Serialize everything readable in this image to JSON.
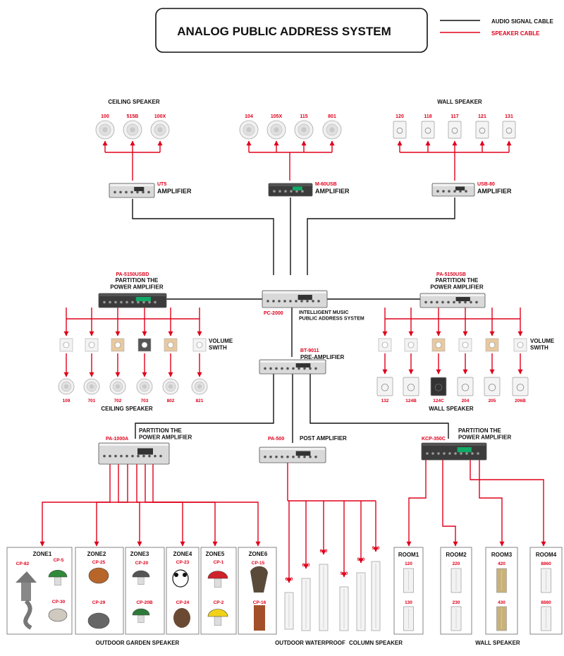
{
  "colors": {
    "audio": "#111111",
    "speaker": "#e0001b",
    "label": "#e0001b",
    "text": "#111111"
  },
  "title": "ANALOG PUBLIC ADDRESS SYSTEM",
  "legend": {
    "audio": "AUDIO SIGNAL CABLE",
    "speaker": "SPEAKER  CABLE"
  },
  "headings": {
    "ceiling_top": "CEILING SPEAKER",
    "wall_top": "WALL SPEAKER",
    "ceiling_mid": "CEILING SPEAKER",
    "wall_mid": "WALL SPEAKER",
    "outdoor_garden": "OUTDOOR GARDEN SPEAKER",
    "outdoor_waterproof": "OUTDOOR WATERPROOF",
    "column_speaker": "COLUMN SPEAKER",
    "wall_bottom": "WALL SPEAKER",
    "volume_left": "VOLUME\nSWITH",
    "volume_right": "VOLUME\nSWITH"
  },
  "ceiling_top_models": [
    "100",
    "515B",
    "100X"
  ],
  "center_top_models": [
    "104",
    "105X",
    "115",
    "801"
  ],
  "wall_top_models": [
    "120",
    "118",
    "117",
    "121",
    "131"
  ],
  "amplifiers": [
    {
      "model": "UT5",
      "label": "AMPLIFIER"
    },
    {
      "model": "M-60USB",
      "label": "AMPLIFIER"
    },
    {
      "model": "USB-80",
      "label": "AMPLIFIER"
    }
  ],
  "partition_left": {
    "model": "PA-5150USBD",
    "label": "PARTITION THE\nPOWER AMPLIFIER"
  },
  "partition_right": {
    "model": "PA-5150USB",
    "label": "PARTITION THE\nPOWER AMPLIFIER"
  },
  "center_unit": {
    "model": "PC-2000",
    "label": "INTELLIGENT MUSIC\nPUBLIC ADDRESS SYSTEM"
  },
  "preamp": {
    "model": "BT-9011",
    "label": "PRE-AMPLIFIER"
  },
  "ceiling_mid_models": [
    "109",
    "701",
    "702",
    "703",
    "802",
    "821"
  ],
  "wall_mid_models": [
    "132",
    "124B",
    "124C",
    "204",
    "205",
    "206B"
  ],
  "bottom_amps": [
    {
      "model": "PA-1000A",
      "label": "PARTITION THE\nPOWER AMPLIFIER"
    },
    {
      "model": "PA-500",
      "label": "POST AMPLIFIER"
    },
    {
      "model": "KCP-350C",
      "label": "PARTITION THE\nPOWER AMPLIFIER"
    }
  ],
  "zones": [
    {
      "name": "ZONE1",
      "models": [
        "CP-82",
        "CP-5",
        "CP-30"
      ]
    },
    {
      "name": "ZONE2",
      "models": [
        "CP-25",
        "CP-29"
      ]
    },
    {
      "name": "ZONE3",
      "models": [
        "CP-20",
        "CP-20B"
      ]
    },
    {
      "name": "ZONE4",
      "models": [
        "CP-23",
        "CP-24"
      ]
    },
    {
      "name": "ZONE5",
      "models": [
        "CP-1",
        "CP-2"
      ]
    },
    {
      "name": "ZONE6",
      "models": [
        "CP-15",
        "CP-16"
      ]
    }
  ],
  "columns": [
    "620",
    "630",
    "640",
    "920",
    "930",
    "940"
  ],
  "rooms": [
    {
      "name": "ROOM1",
      "models": [
        "120",
        "130"
      ]
    },
    {
      "name": "ROOM2",
      "models": [
        "220",
        "230"
      ]
    },
    {
      "name": "ROOM3",
      "models": [
        "420",
        "430"
      ]
    },
    {
      "name": "ROOM4",
      "models": [
        "8860",
        "8880"
      ]
    }
  ]
}
